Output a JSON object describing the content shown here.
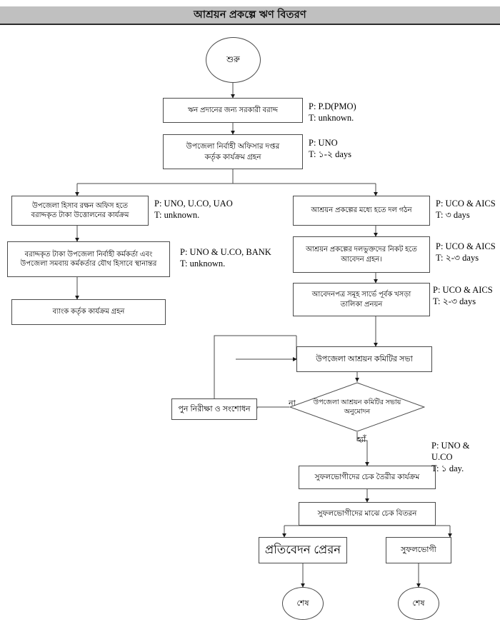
{
  "header": {
    "title": "আশ্রয়ন প্রকল্পে ঋণ বিতরণ",
    "bg_color": "#c0c0c0",
    "rule_color": "#2b2b2b"
  },
  "diagram": {
    "type": "flowchart",
    "language": "bn",
    "line_color": "#4a4a4a",
    "nodes": {
      "start": {
        "shape": "oval",
        "label": "শুরু"
      },
      "govt_allocation": {
        "shape": "process",
        "label": "ঋন প্রদানের জন্য সরকারী বরাদ্দ"
      },
      "uno_office": {
        "shape": "process",
        "line1": "উপজেলা নির্বাহী অফিসার দপ্তর",
        "line2": "কর্তৃক কার্যক্রম গ্রহন"
      },
      "withdraw_funds": {
        "shape": "process",
        "line1": "উপজেলা হিসাব রক্ষন অফিস হতে",
        "line2": "বরাদ্দকৃত টাকা উত্তোলনের কার্যক্রম"
      },
      "joint_account": {
        "shape": "process",
        "line1": "বরাদ্দকৃত টাকা উপজেলা নির্বাহী কর্মকর্তা এবং",
        "line2": "উপজেলা সমবায় কর্মকর্তার যৌথ হিসাবে স্থানান্তর"
      },
      "bank_action": {
        "shape": "process",
        "label": "ব্যাংক কর্তৃক কার্যক্রম গ্রহন"
      },
      "group_formation": {
        "shape": "process",
        "label": "আশ্রয়ন প্রকল্পের মধ্যে হতে দল গঠন"
      },
      "receive_applications": {
        "shape": "process",
        "line1": "আশ্রয়ন প্রকল্পের দলভুক্তদের নিকট হতে",
        "line2": "আবেদন গ্রহন।"
      },
      "draft_list": {
        "shape": "process",
        "line1": "আবেদনপত্র সমূহ সার্ভে পূর্বক খসড়া",
        "line2": "তালিকা প্রনয়ন"
      },
      "committee_meeting": {
        "shape": "process",
        "label": "উপজেলা আশ্রয়ন কমিটির সভা"
      },
      "approval_decision": {
        "shape": "decision",
        "line1": "উপজেলা আশ্রয়ন কমিটির সভায়",
        "line2": "অনুমোদন"
      },
      "revision": {
        "shape": "process",
        "label": "পুন নিরীক্ষা ও সংশোধন"
      },
      "cheque_prepare": {
        "shape": "process",
        "label": "সুফলভোগীদের চেক তৈরীর কার্যক্রম"
      },
      "cheque_distribute": {
        "shape": "process",
        "label": "সুফলভোগীদের মাঝে চেক বিতরন"
      },
      "send_report": {
        "shape": "process",
        "label": "প্রতিবেদন প্রেরন"
      },
      "beneficiary": {
        "shape": "process",
        "label": "সুফলভোগী"
      },
      "end_left": {
        "shape": "oval",
        "label": "শেষ"
      },
      "end_right": {
        "shape": "oval",
        "label": "শেষ"
      }
    },
    "annotations": {
      "govt_allocation": {
        "person": "P: P.D(PMO)",
        "time": "T: unknown."
      },
      "uno_office": {
        "person": "P: UNO",
        "time": "T: ১-২ days"
      },
      "withdraw_funds": {
        "person": "P: UNO, U.CO, UAO",
        "time": "T: unknown."
      },
      "joint_account": {
        "person": "P: UNO & U.CO, BANK",
        "time": "T: unknown."
      },
      "group_formation": {
        "person": "P: UCO & AICS",
        "time": "T: ৩ days"
      },
      "receive_applications": {
        "person": "P: UCO & AICS",
        "time": "T: ২-৩ days"
      },
      "draft_list": {
        "person": "P: UCO & AICS",
        "time": "T: ২-৩ days"
      },
      "cheque_prepare": {
        "person_line1": "P: UNO &",
        "person_line2": "U.CO",
        "time": "T: ১ day."
      }
    },
    "edge_labels": {
      "decision_no": "না",
      "decision_yes": "হ্যাঁ"
    }
  }
}
